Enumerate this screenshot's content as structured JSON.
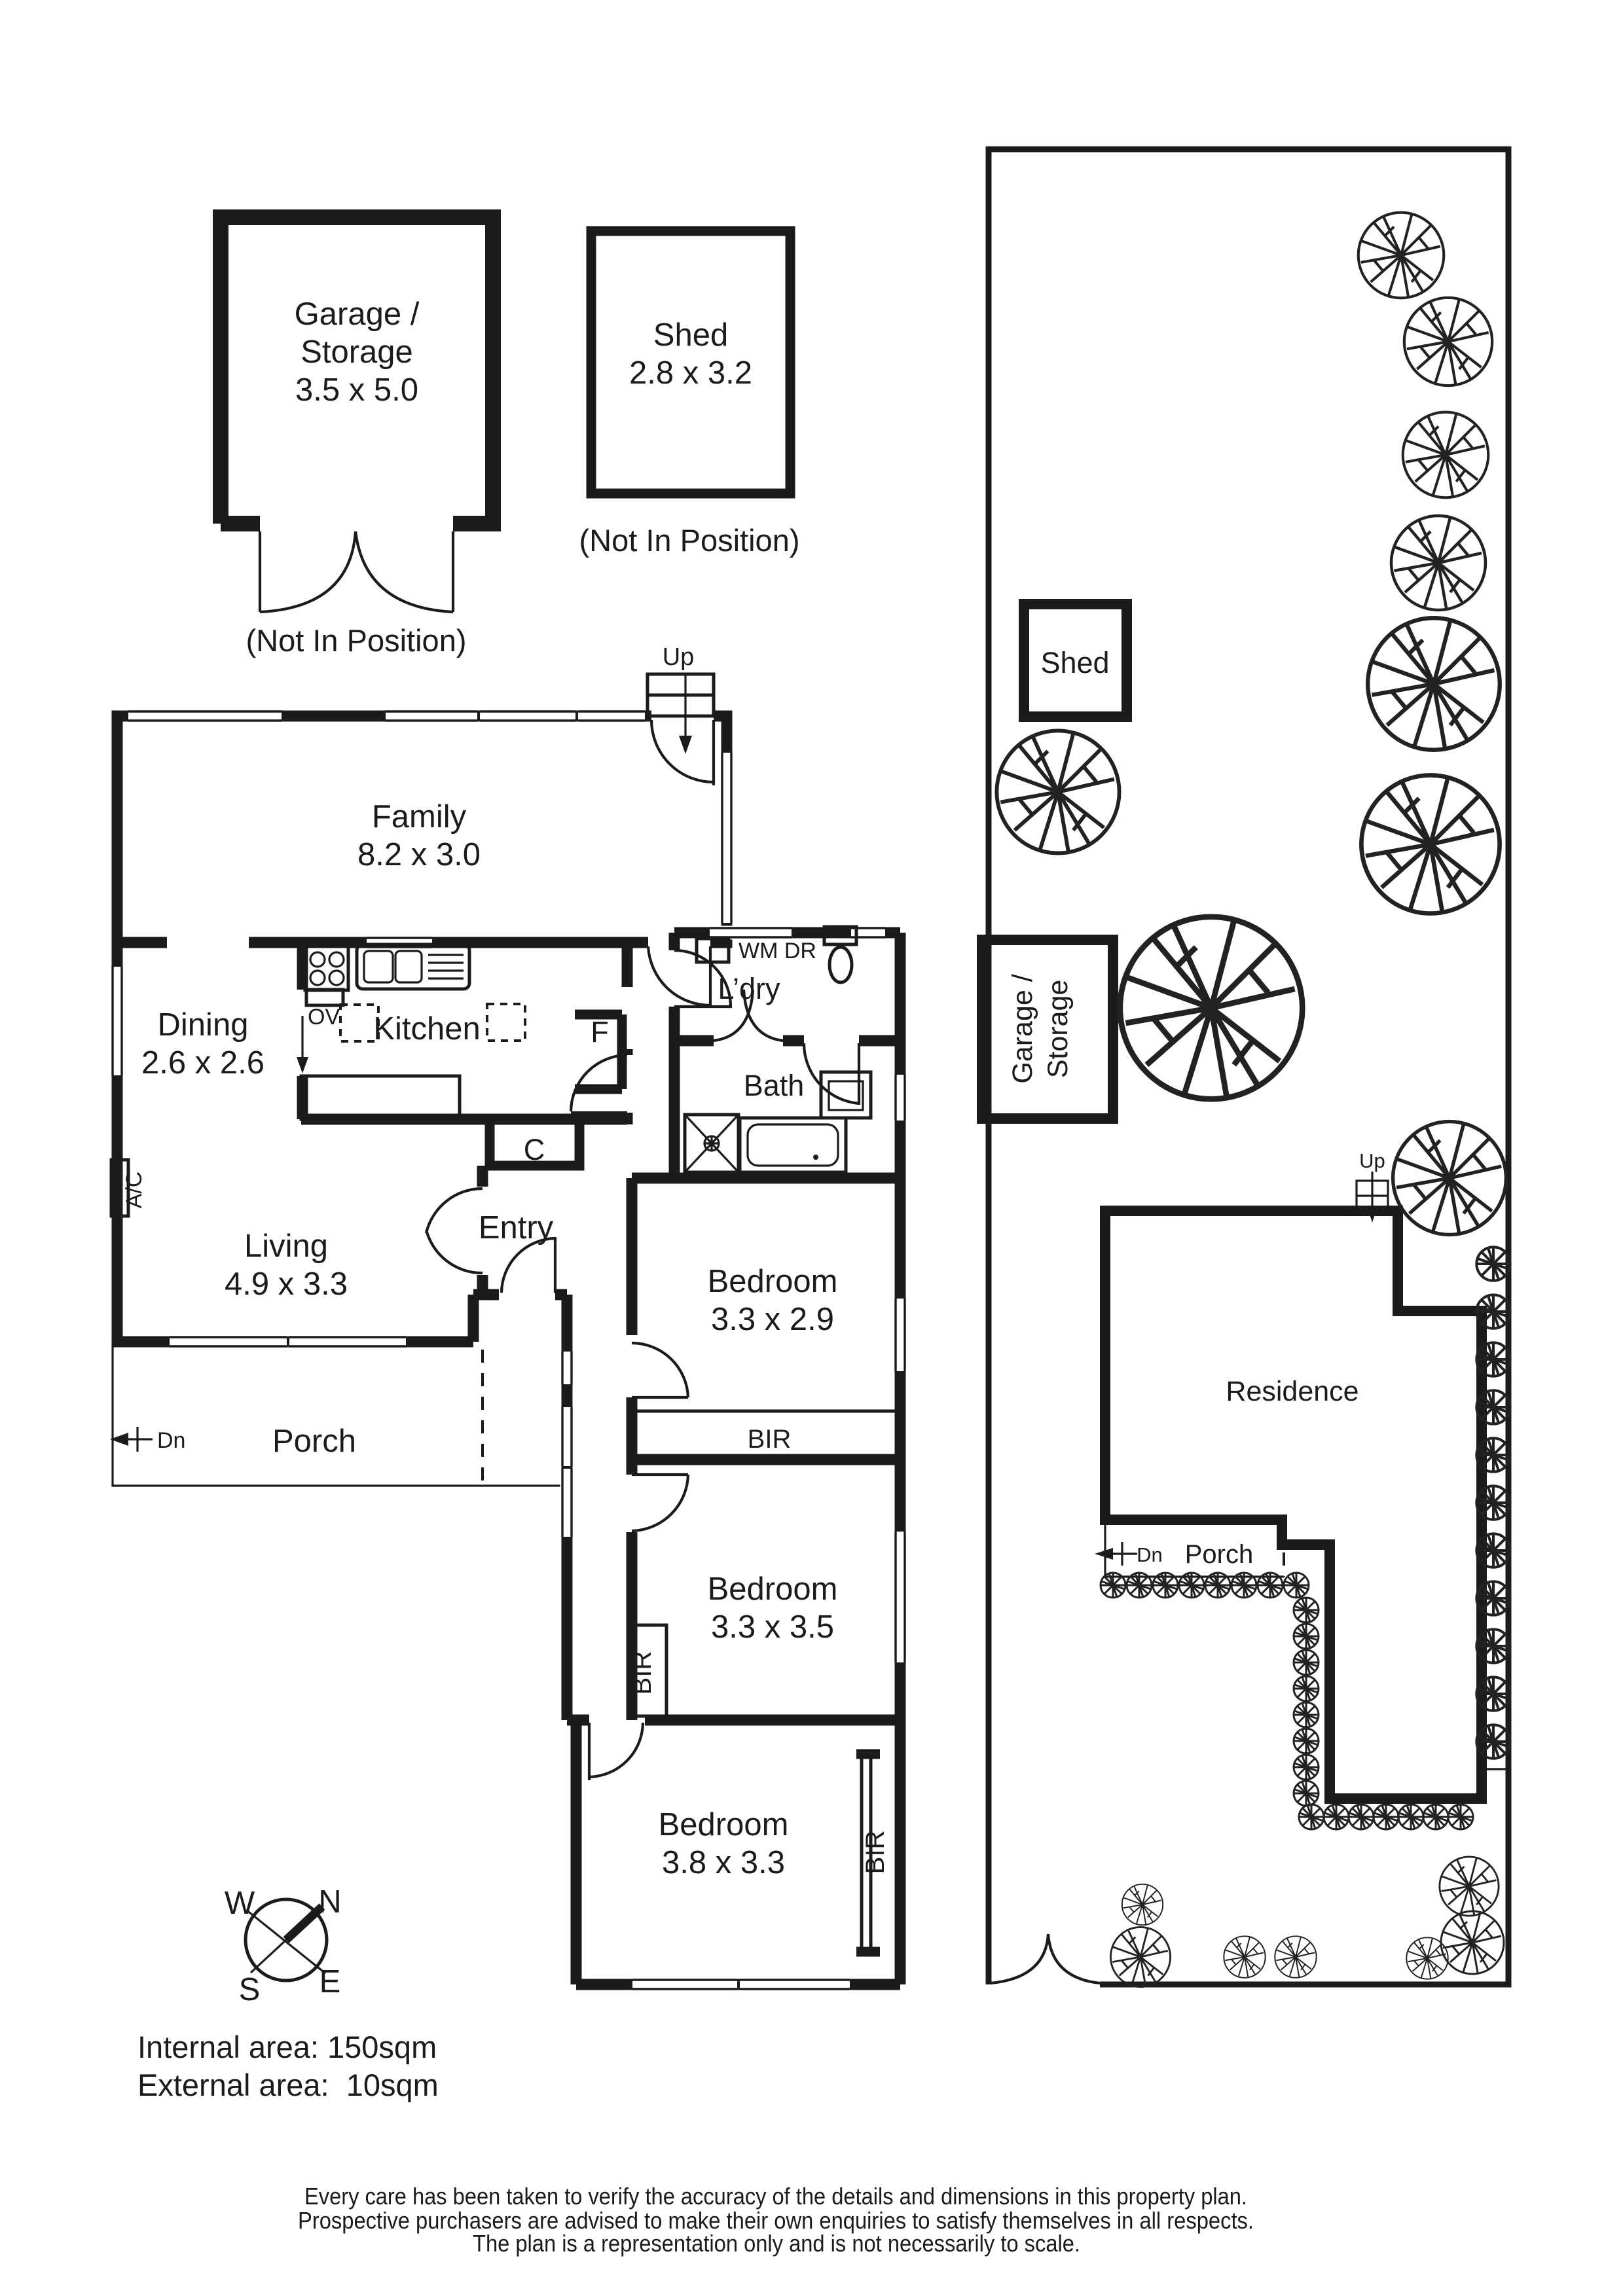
{
  "plan": {
    "garage": {
      "line1": "Garage /",
      "line2": "Storage",
      "line3": "3.5 x 5.0",
      "note": "(Not In Position)"
    },
    "shed": {
      "line1": "Shed",
      "line2": "2.8 x 3.2",
      "note": "(Not In Position)"
    },
    "up": "Up",
    "family": {
      "line1": "Family",
      "line2": "8.2 x 3.0"
    },
    "dining": {
      "line1": "Dining",
      "line2": "2.6 x 2.6"
    },
    "kitchen": {
      "label": "Kitchen",
      "ov": "OV",
      "fridge": "F",
      "cupboard": "C"
    },
    "laundry": {
      "label": "L’dry",
      "wm_dr": "WM DR"
    },
    "bath": {
      "label": "Bath"
    },
    "living": {
      "line1": "Living",
      "line2": "4.9 x 3.3"
    },
    "entry": {
      "label": "Entry"
    },
    "porch": {
      "label": "Porch",
      "dn": "Dn"
    },
    "ac": "A/C",
    "bed1": {
      "line1": "Bedroom",
      "line2": "3.3 x 2.9",
      "bir": "BIR"
    },
    "bed2": {
      "line1": "Bedroom",
      "line2": "3.3 x 3.5",
      "bir": "BIR"
    },
    "bed3": {
      "line1": "Bedroom",
      "line2": "3.8 x 3.3",
      "bir": "BIR"
    }
  },
  "site": {
    "shed": "Shed",
    "garage_line1": "Garage /",
    "garage_line2": "Storage",
    "residence": "Residence",
    "porch": "Porch",
    "dn": "Dn",
    "up": "Up"
  },
  "compass": {
    "n": "N",
    "w": "W",
    "s": "S",
    "e": "E"
  },
  "areas": {
    "internal": "Internal area: 150sqm",
    "external": "External area:  10sqm"
  },
  "disclaimer": {
    "line1": "Every care has been taken to verify the accuracy of the details and dimensions in this property plan.",
    "line2": "Prospective purchasers are advised to make their own enquiries to satisfy themselves in all respects.",
    "line3": "The plan is a representation only and is not necessarily to scale."
  }
}
